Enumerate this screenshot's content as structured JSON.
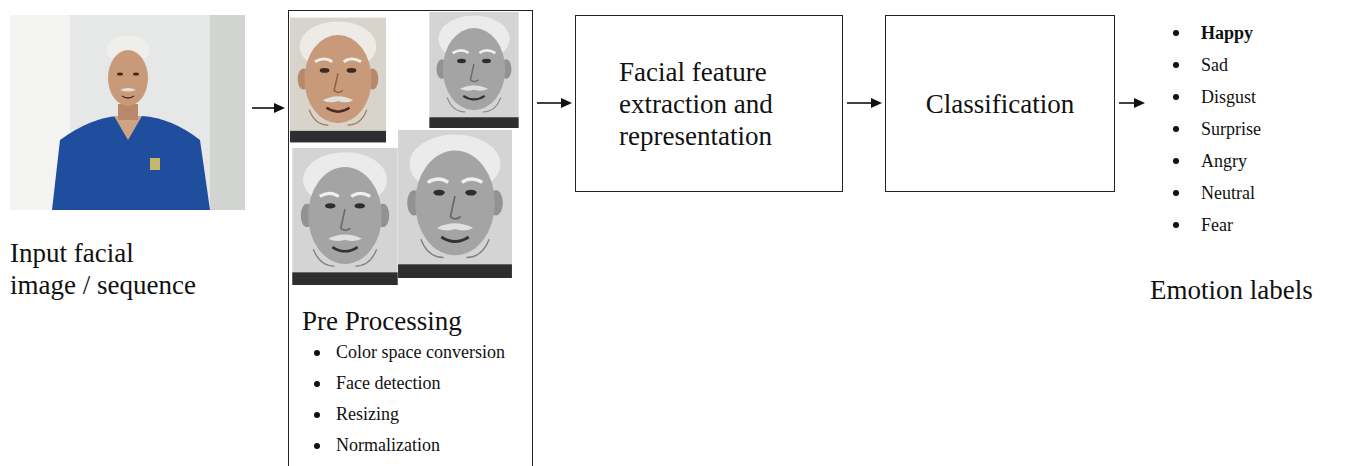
{
  "diagram": {
    "nodes": [
      {
        "text": [
          "Input facial image / sequence"
        ]
      },
      {
        "text": [
          "Pre Processing",
          "Color space conversion",
          "Face detection",
          "Resizing",
          "Normalization"
        ]
      },
      {
        "text": [
          "Facial feature extraction and representation"
        ]
      },
      {
        "text": [
          "Classification"
        ]
      },
      {
        "text": [
          "Happy",
          "Sad",
          "Disgust",
          "Surprise",
          "Angry",
          "Neutral",
          "Fear",
          "Emotion labels"
        ]
      }
    ],
    "edges": [
      {
        "from": 0,
        "to": 1,
        "arrow": "to"
      },
      {
        "from": 1,
        "to": 2,
        "arrow": "to"
      },
      {
        "from": 2,
        "to": 3,
        "arrow": "to"
      },
      {
        "from": 3,
        "to": 4,
        "arrow": "to"
      }
    ]
  }
}
